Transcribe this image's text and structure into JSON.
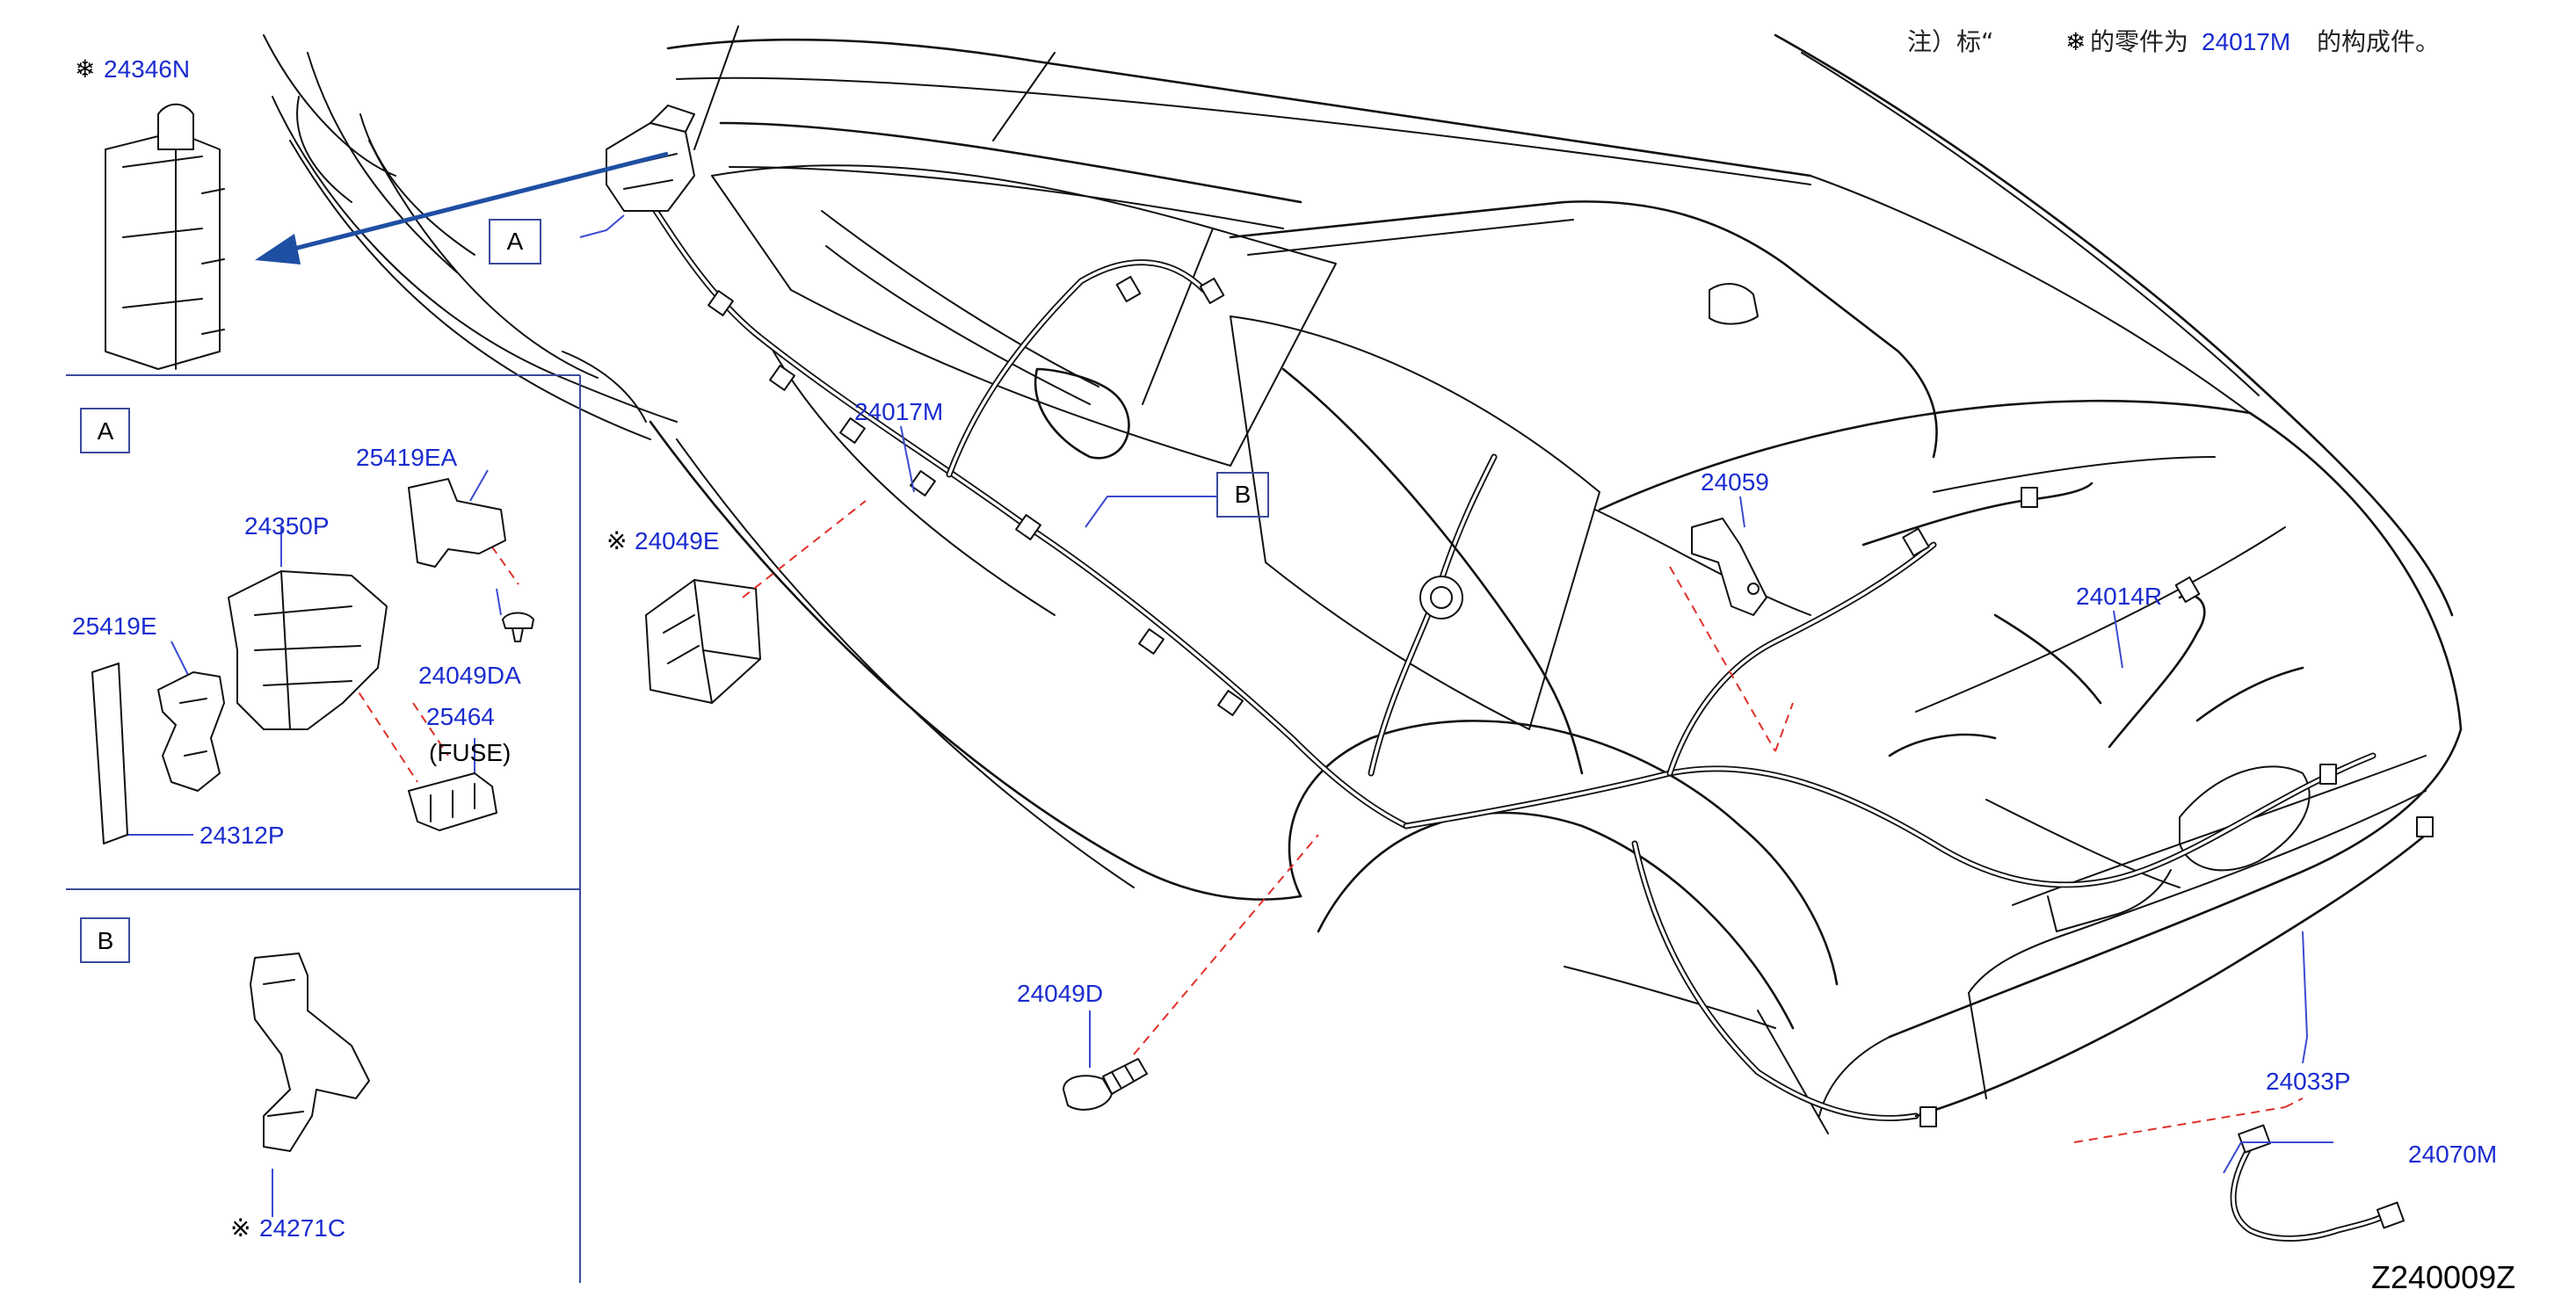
{
  "note": {
    "prefix": "注）标“",
    "middle": "的零件为",
    "part_ref": "24017M",
    "suffix": "的构成件。"
  },
  "symbols": {
    "reference_mark": "※",
    "snowflake_mark": "❄"
  },
  "diagram_code": "Z240009Z",
  "callout_boxes": {
    "A": "A",
    "B": "B"
  },
  "inset_a": {
    "letter": "A"
  },
  "inset_b": {
    "letter": "B"
  },
  "labels": {
    "p24346N": "24346N",
    "p24017M": "24017M",
    "p24049E": "24049E",
    "p24059": "24059",
    "p24014R": "24014R",
    "p24049D": "24049D",
    "p24033P": "24033P",
    "p24070M": "24070M",
    "p25419EA": "25419EA",
    "p24350P": "24350P",
    "p25419E": "25419E",
    "p24049DA": "24049DA",
    "p25464": "25464",
    "fuse": "(FUSE)",
    "p24312P": "24312P",
    "p24271C": "24271C"
  },
  "colors": {
    "label": "#1a2ccf",
    "leader_dash": "#e0302a",
    "arrow": "#1f4fa3",
    "frame": "#3b4a9c"
  }
}
